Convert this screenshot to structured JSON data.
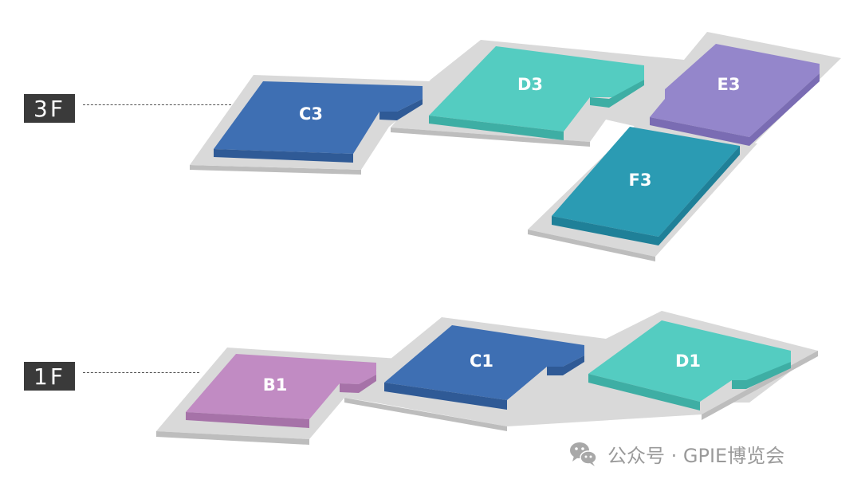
{
  "floors": [
    {
      "label": "3F",
      "halls": [
        "C3",
        "D3",
        "E3",
        "F3"
      ]
    },
    {
      "label": "1F",
      "halls": [
        "B1",
        "C1",
        "D1"
      ]
    }
  ],
  "colors": {
    "platform": "#d9d9d9",
    "platform_side": "#bdbdbd",
    "blue": "#3e6fb3",
    "teal": "#54ccc1",
    "purple": "#9486cb",
    "dark_teal": "#2b9bb3",
    "pink": "#c18bc3",
    "label_bg": "#3a3a3a"
  },
  "watermark": {
    "icon": "wechat-icon",
    "text": "公众号 · GPIE博览会"
  }
}
